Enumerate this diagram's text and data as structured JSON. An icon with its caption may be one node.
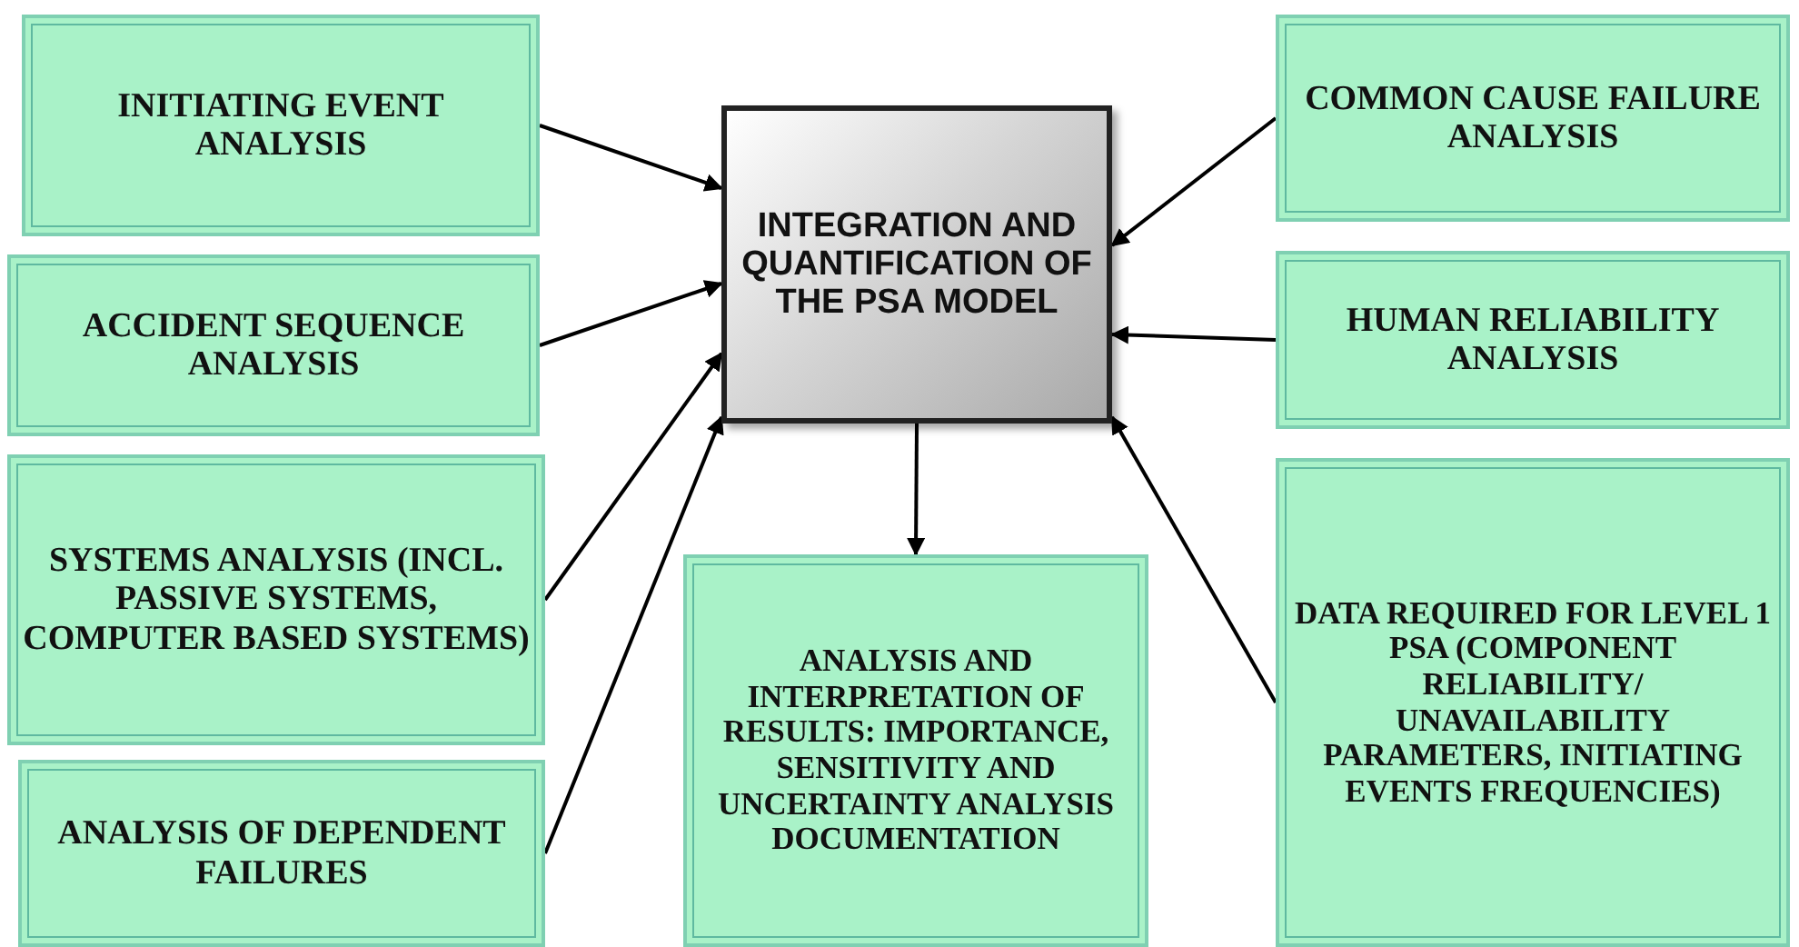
{
  "diagram": {
    "nodes": [
      {
        "text": [
          "INTEGRATION AND QUANTIFICATION OF THE PSA MODEL"
        ]
      },
      {
        "text": [
          "INITIATING EVENT ANALYSIS"
        ]
      },
      {
        "text": [
          "ACCIDENT SEQUENCE ANALYSIS"
        ]
      },
      {
        "text": [
          "SYSTEMS ANALYSIS (INCL. PASSIVE SYSTEMS, COMPUTER BASED SYSTEMS)"
        ]
      },
      {
        "text": [
          "ANALYSIS OF DEPENDENT FAILURES"
        ]
      },
      {
        "text": [
          "COMMON CAUSE FAILURE ANALYSIS"
        ]
      },
      {
        "text": [
          "HUMAN RELIABILITY ANALYSIS"
        ]
      },
      {
        "text": [
          "DATA REQUIRED FOR LEVEL 1 PSA (COMPONENT RELIABILITY/ UNAVAILABILITY PARAMETERS, INITIATING EVENTS FREQUENCIES)"
        ]
      },
      {
        "text": [
          "ANALYSIS AND INTERPRETATION OF RESULTS: IMPORTANCE, SENSITIVITY AND UNCERTAINTY ANALYSIS DOCUMENTATION"
        ]
      }
    ],
    "edges": [
      {
        "from": 1,
        "to": 0,
        "arrow": "to"
      },
      {
        "from": 2,
        "to": 0,
        "arrow": "to"
      },
      {
        "from": 3,
        "to": 0,
        "arrow": "to"
      },
      {
        "from": 4,
        "to": 0,
        "arrow": "to"
      },
      {
        "from": 5,
        "to": 0,
        "arrow": "to"
      },
      {
        "from": 6,
        "to": 0,
        "arrow": "to"
      },
      {
        "from": 7,
        "to": 0,
        "arrow": "to"
      },
      {
        "from": 0,
        "to": 8,
        "arrow": "to"
      }
    ]
  }
}
